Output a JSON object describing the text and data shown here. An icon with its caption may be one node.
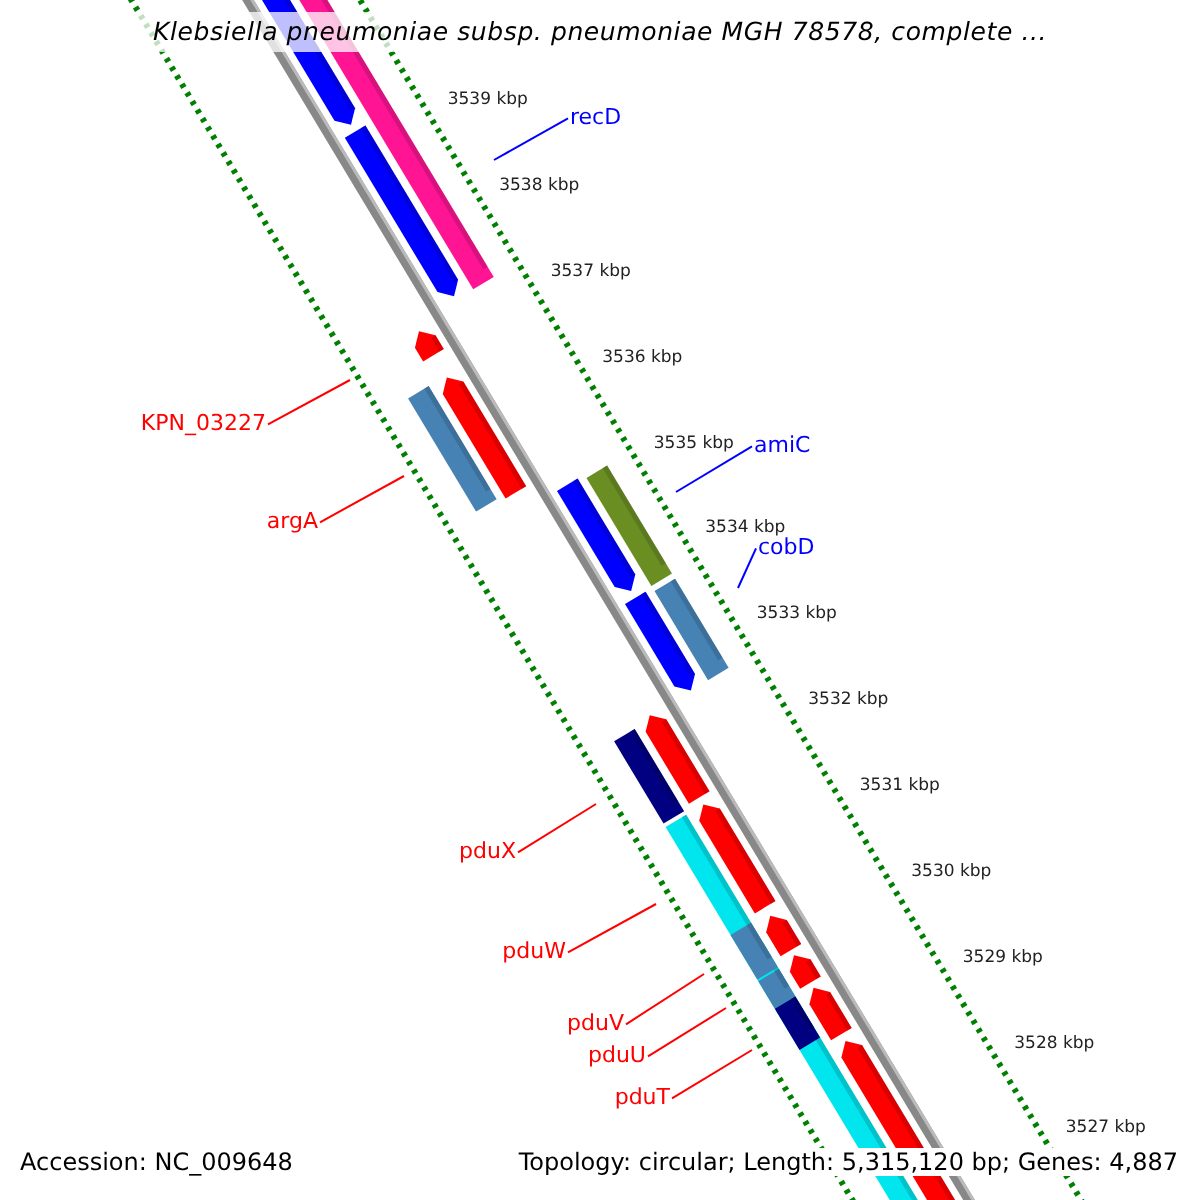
{
  "diagram": {
    "title": "Klebsiella pneumoniae subsp. pneumoniae MGH 78578, complete ...",
    "nodes": [
      {
        "text": [
          "recD"
        ]
      },
      {
        "text": [
          "KPN_03227"
        ]
      },
      {
        "text": [
          "amiC"
        ]
      },
      {
        "text": [
          "argA"
        ]
      },
      {
        "text": [
          "cobD"
        ]
      },
      {
        "text": [
          "pduX"
        ]
      },
      {
        "text": [
          "pduW"
        ]
      },
      {
        "text": [
          "pduV"
        ]
      },
      {
        "text": [
          "pduU"
        ]
      },
      {
        "text": [
          "pduT"
        ]
      }
    ],
    "edges": [
      {
        "from": 0,
        "to": null,
        "arrow": "none",
        "color": "#0000ff"
      },
      {
        "from": 1,
        "to": null,
        "arrow": "none"
      },
      {
        "from": 2,
        "to": null,
        "arrow": "none",
        "color": "#0000ff"
      },
      {
        "from": 3,
        "to": null,
        "arrow": "none"
      },
      {
        "from": 4,
        "to": null,
        "arrow": "none",
        "color": "#0000ff"
      },
      {
        "from": 5,
        "to": null,
        "arrow": "none"
      },
      {
        "from": 6,
        "to": null,
        "arrow": "none"
      },
      {
        "from": 7,
        "to": null,
        "arrow": "none"
      },
      {
        "from": 8,
        "to": null,
        "arrow": "none"
      },
      {
        "from": 9,
        "to": null,
        "arrow": "none"
      }
    ],
    "labels": [
      "3539 kbp",
      "3538 kbp",
      "3537 kbp",
      "3536 kbp",
      "3535 kbp",
      "3534 kbp",
      "3533 kbp",
      "3532 kbp",
      "3531 kbp",
      "3530 kbp",
      "3529 kbp",
      "3528 kbp",
      "3527 kbp",
      "Accession: NC_009648",
      "Topology: circular; Length: 5,315,120 bp; Genes: 4,887"
    ]
  }
}
